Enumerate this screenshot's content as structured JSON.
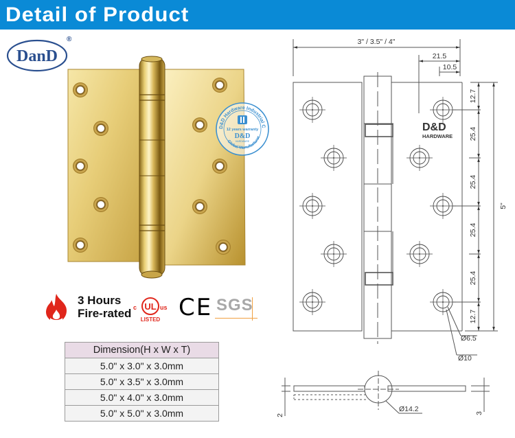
{
  "header": {
    "title": "Detail of Product",
    "background_color": "#0a8ad6"
  },
  "brand": {
    "logo_text": "DanD",
    "registered_mark": "®",
    "logo_color": "#2a4f8f"
  },
  "product_photo": {
    "alt": "Polished brass ball bearing butt hinge with 10 countersunk screw holes",
    "finish_color": "#e8cf7a"
  },
  "warranty_stamp": {
    "ring_text_top": "D&D Hardware Industrial Co.,Ltd",
    "middle_text": "12 years warranty",
    "brand": "D&D",
    "sub_brand": "HARDWARE",
    "ring_text_bottom": "Global Manufacturer",
    "color": "#3a8fd0"
  },
  "certifications": {
    "fire_rating_line1": "3 Hours",
    "fire_rating_line2": "Fire-rated",
    "ul": {
      "c": "c",
      "mark": "UL",
      "us": "us",
      "listed": "LISTED"
    },
    "ce": "CE",
    "sgs": "SGS"
  },
  "dimension_table": {
    "header": "Dimension(H x W x T)",
    "rows": [
      "5.0\" x 3.0\" x 3.0mm",
      "5.0\" x 3.5\" x 3.0mm",
      "5.0\" x 4.0\" x 3.0mm",
      "5.0\" x 5.0\" x 3.0mm"
    ]
  },
  "technical_drawing": {
    "overall_width": "3\" / 3.5\" / 4\"",
    "hole_offset_outer": "21.5",
    "hole_offset_inner": "10.5",
    "overall_height": "5\"",
    "vertical_spacings": [
      "12.7",
      "25.4",
      "25.4",
      "25.4",
      "25.4",
      "12.7"
    ],
    "countersink_diameter": "Ø10",
    "hole_diameter": "Ø6.5",
    "knuckle_diameter": "Ø14.2",
    "leaf_gap": "2",
    "leaf_thickness": "3",
    "watermark_brand": "D&D",
    "watermark_sub": "HARDWARE"
  }
}
